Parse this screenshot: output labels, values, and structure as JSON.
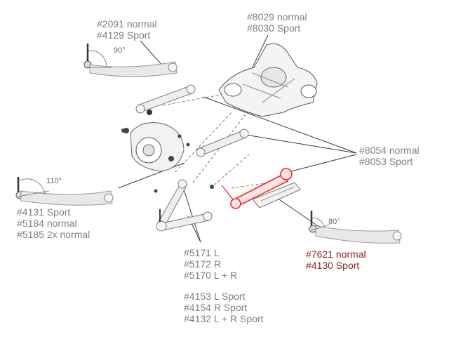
{
  "colors": {
    "label_gray": "#7f7f7f",
    "highlight_red": "#8b2226",
    "part_red": "#e8302d",
    "line_gray": "#3a3a3a",
    "part_light": "#e6e6e6"
  },
  "labels": {
    "top_left": [
      "#2091 normal",
      "#4129 Sport"
    ],
    "top_center": [
      "#8029 normal",
      "#8030 Sport"
    ],
    "right_mid": [
      "#8054 normal",
      "#8053 Sport"
    ],
    "left_mid": [
      "#4131 Sport",
      "#5184 normal",
      "#5185 2x normal"
    ],
    "bottom_right": [
      "#7621 normal",
      "#4130 Sport"
    ],
    "bottom_center_a": [
      "#5171 L",
      "#5172 R",
      "#5170 L + R"
    ],
    "bottom_center_b": [
      "#4153 L Sport",
      "#4154 R Sport",
      "#4132 L + R Sport"
    ]
  },
  "angles": {
    "top_arm": "90°",
    "left_arm": "110°",
    "right_arm": "80°"
  }
}
